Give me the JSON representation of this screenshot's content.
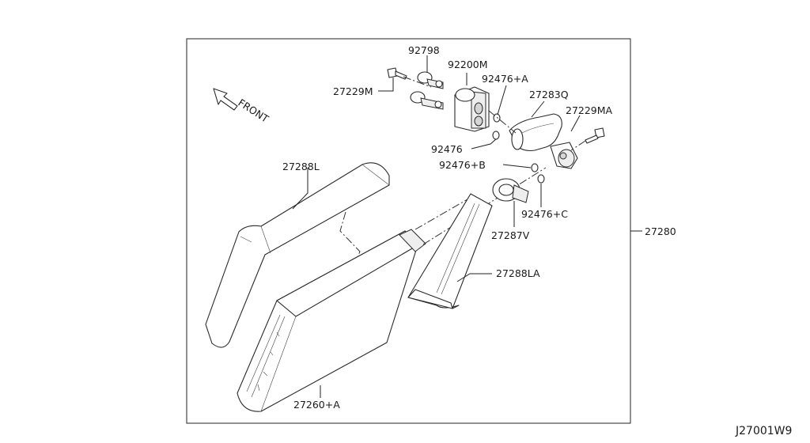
{
  "front_label": "FRONT",
  "drawing_number": "J27001W9",
  "parts": {
    "p92798": "92798",
    "p92200M": "92200M",
    "p27229M": "27229M",
    "p92476A": "92476+A",
    "p27283Q": "27283Q",
    "p27229MA": "27229MA",
    "p92476": "92476",
    "p92476B": "92476+B",
    "p27288L": "27288L",
    "p92476C": "92476+C",
    "p27287V": "27287V",
    "p27288LA": "27288LA",
    "p27260A": "27260+A",
    "p27280": "27280"
  }
}
